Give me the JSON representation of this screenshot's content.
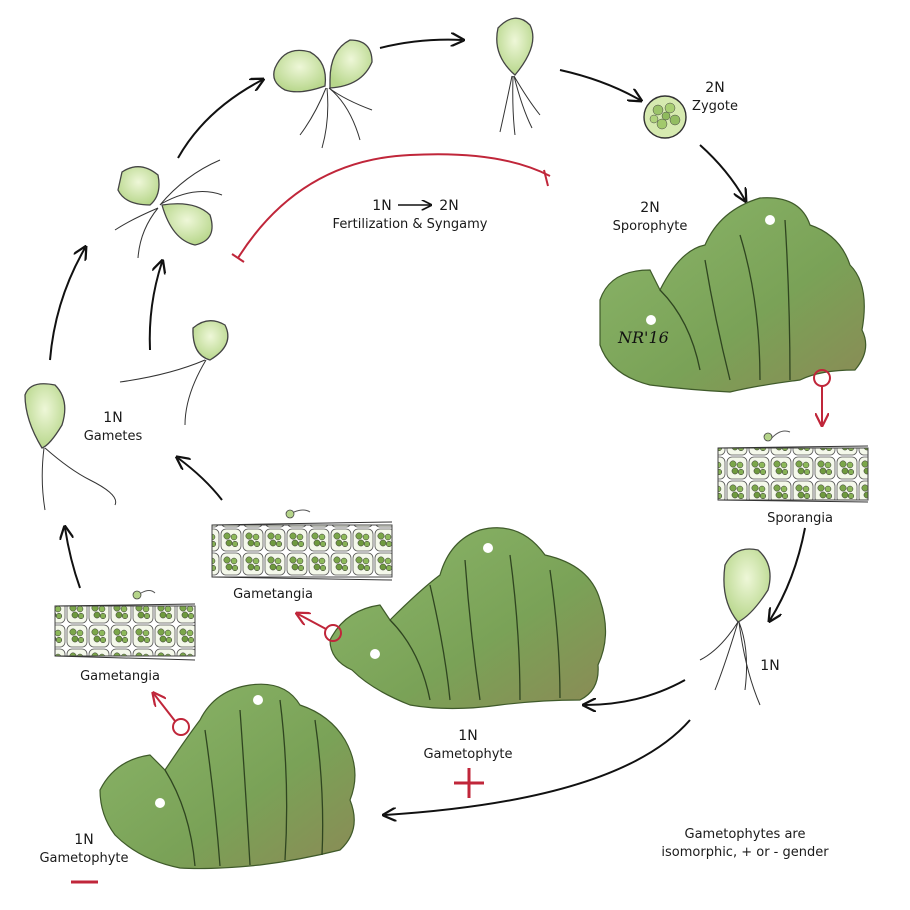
{
  "labels": {
    "zygote_ploidy": "2N",
    "zygote": "Zygote",
    "sporophyte_ploidy": "2N",
    "sporophyte": "Sporophyte",
    "fertilization_ploidy_from": "1N",
    "fertilization_ploidy_to": "2N",
    "fertilization": "Fertilization & Syngamy",
    "gametes_ploidy": "1N",
    "gametes": "Gametes",
    "sporangia": "Sporangia",
    "zoospore_ploidy": "1N",
    "gametangia_right": "Gametangia",
    "gametangia_left": "Gametangia",
    "gametophyte_plus_ploidy": "1N",
    "gametophyte_plus": "Gametophyte",
    "gametophyte_minus_ploidy": "1N",
    "gametophyte_minus": "Gametophyte",
    "note_line1": "Gametophytes are",
    "note_line2": "isomorphic, + or - gender"
  },
  "signature": "NR'16",
  "colors": {
    "thallus": "#7fa85a",
    "thallus_dark": "#5d8a3c",
    "thallus_edge": "#3f5a2a",
    "cell": "#cfe6a0",
    "arrow": "#111111",
    "fertilization_arc": "#c0263a",
    "gender_mark": "#c0263a"
  }
}
